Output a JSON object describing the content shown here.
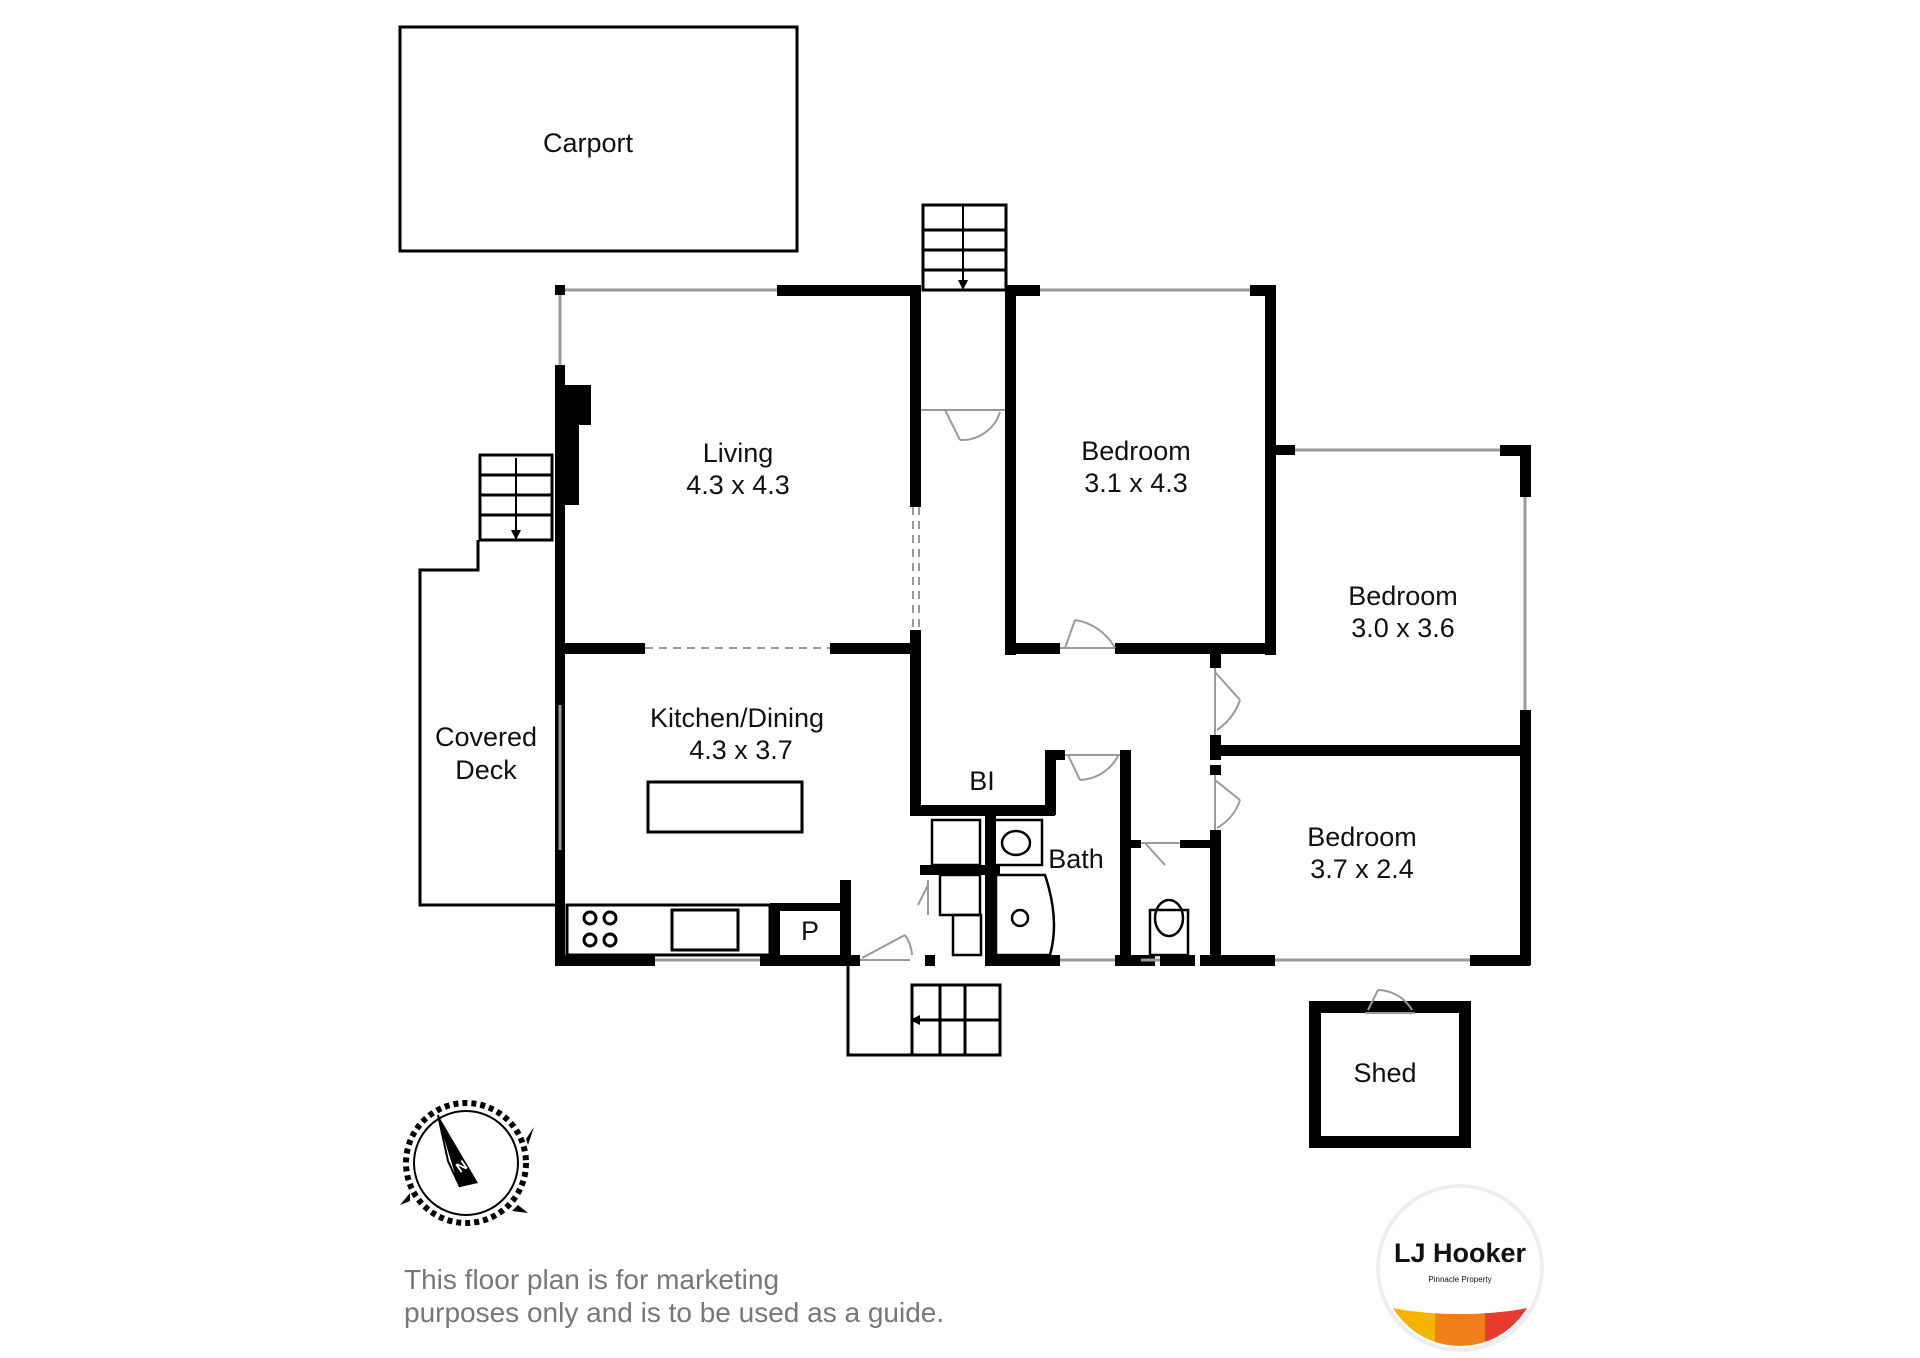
{
  "rooms": {
    "carport": {
      "name": "Carport"
    },
    "living": {
      "name": "Living",
      "dims": "4.3 x 4.3"
    },
    "bedroom1": {
      "name": "Bedroom",
      "dims": "3.1 x 4.3"
    },
    "bedroom2": {
      "name": "Bedroom",
      "dims": "3.0 x 3.6"
    },
    "kitchen": {
      "name": "Kitchen/Dining",
      "dims": "4.3 x 3.7"
    },
    "deck": {
      "line1": "Covered",
      "line2": "Deck"
    },
    "bi": {
      "name": "BI"
    },
    "bath": {
      "name": "Bath"
    },
    "bedroom3": {
      "name": "Bedroom",
      "dims": "3.7 x 2.4"
    },
    "pantry": {
      "name": "P"
    },
    "shed": {
      "name": "Shed"
    }
  },
  "compass": {
    "letter": "N"
  },
  "disclaimer": {
    "line1": "This floor plan is for marketing",
    "line2": "purposes only and is to be used as a guide."
  },
  "logo": {
    "brand": "LJ Hooker",
    "office": "Pinnacle Property",
    "colors": [
      "#f5b400",
      "#f07e1b",
      "#e63b2e"
    ]
  },
  "colors": {
    "wall": "#000000",
    "window": "#9a9a9a",
    "text": "#111111",
    "disclaimer": "#777777"
  }
}
